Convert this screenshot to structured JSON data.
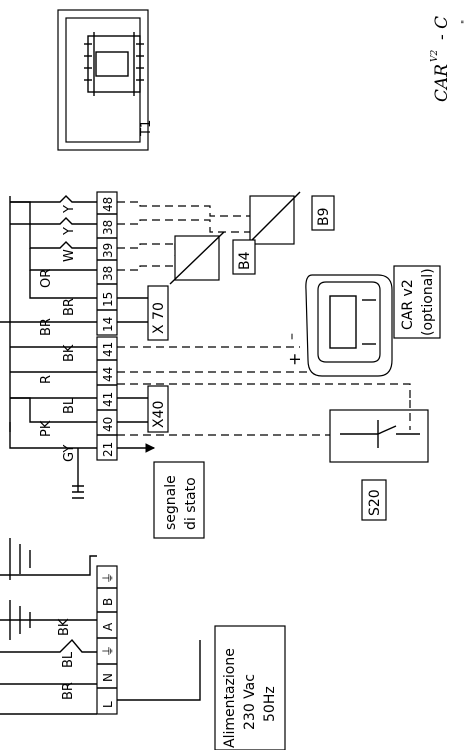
{
  "supply": {
    "lines": [
      "Alimentazione",
      "230 Vac",
      "50Hz"
    ],
    "terminals": [
      "L",
      "N",
      "⏚",
      "A",
      "B",
      "⏚"
    ],
    "wires": {
      "l": "BR",
      "n": "BL",
      "a": "BK"
    }
  },
  "connector_x40": {
    "label": "X40",
    "terminals": [
      "21",
      "40",
      "41",
      "44",
      "41"
    ],
    "wires": [
      "GY",
      "PK",
      "BL",
      "R",
      "BK"
    ]
  },
  "connector_x70": {
    "label": "X 70",
    "terminals": [
      "14",
      "15",
      "38",
      "39",
      "38",
      "48"
    ],
    "wires": [
      "BR",
      "BR",
      "OR",
      "W",
      "Y",
      "Y"
    ]
  },
  "signal": {
    "lines": [
      "segnale",
      "di stato"
    ]
  },
  "components": {
    "b4": "B4",
    "b9": "B9",
    "s20": "S20",
    "t1": "T1",
    "car": {
      "line1": "CAR v2",
      "line2": "(optional)"
    }
  },
  "polarity": {
    "plus": "+",
    "minus": "–"
  },
  "caption": {
    "main": "CAR",
    "sup": "V2",
    "rest": "- C"
  }
}
